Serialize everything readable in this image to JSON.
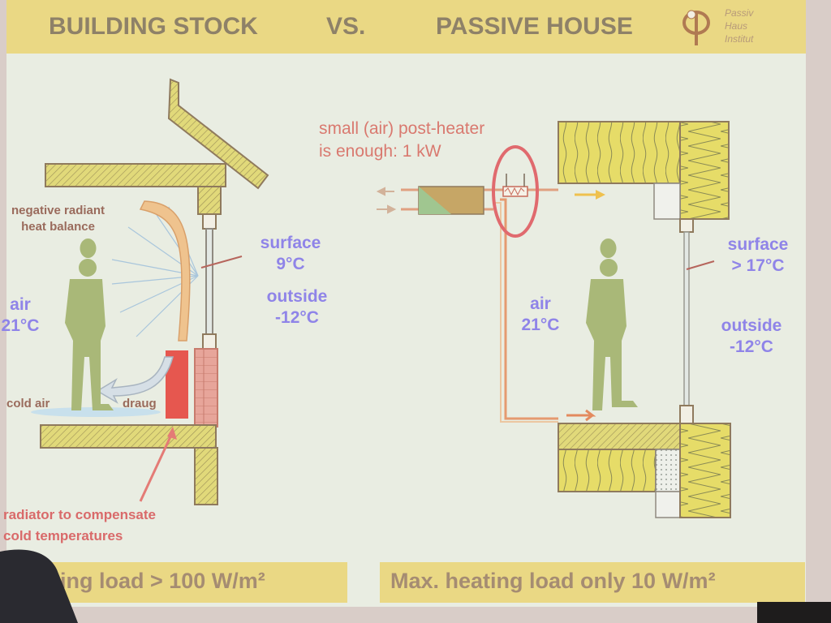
{
  "header": {
    "left_title": "BUILDING STOCK",
    "vs": "VS.",
    "right_title": "PASSIVE HOUSE",
    "logo_lines": [
      "Passiv",
      "Haus",
      "Institut"
    ]
  },
  "left": {
    "radiant_label": "negative radiant\nheat balance",
    "air_label": "air\n21°C",
    "surface_label": "surface\n9°C",
    "outside_label": "outside\n-12°C",
    "cold_air_label": "cold air",
    "draught_label": "draug",
    "radiator_label": "radiator to compensate\ncold temperatures",
    "footer": "ing load  > 100 W/m²"
  },
  "right": {
    "heater_label": "small (air) post-heater\nis enough: 1 kW",
    "air_label": "air\n21°C",
    "surface_label": "surface\n> 17°C",
    "outside_label": "outside\n-12°C",
    "footer": "Max. heating load only 10 W/m²"
  },
  "colors": {
    "header_bg": "#ead884",
    "label_blue": "#8f84e8",
    "label_red": "#d96a6a",
    "insulation": "#e3d86c",
    "person": "#a9b878"
  }
}
